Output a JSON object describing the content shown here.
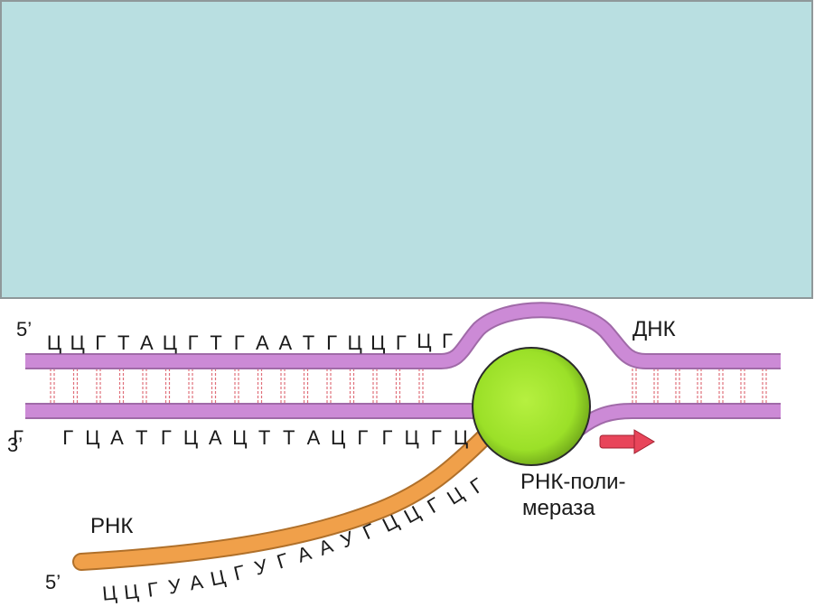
{
  "labels": {
    "dna": "ДНК",
    "rna": "РНК",
    "polymerase_line1": "РНК-поли-",
    "polymerase_line2": "мераза",
    "top_strand_end": "5’",
    "bottom_strand_end": "3’",
    "rna_end": "5’"
  },
  "sequences": {
    "top_strand": [
      "Ц",
      "Ц",
      "Г",
      "Т",
      "А",
      "Ц",
      "Г",
      "Т",
      "Г",
      "А",
      "А",
      "Т",
      "Г",
      "Ц",
      "Ц",
      "Г",
      "Ц",
      "Г"
    ],
    "bottom_strand": [
      "Г",
      "Г",
      "Ц",
      "А",
      "Т",
      "Г",
      "Ц",
      "А",
      "Ц",
      "Т",
      "Т",
      "А",
      "Ц",
      "Г",
      "Г",
      "Ц",
      "Г",
      "Ц"
    ],
    "rna": [
      "Ц",
      "Ц",
      "Г",
      "У",
      "А",
      "Ц",
      "Г",
      "У",
      "Г",
      "А",
      "А",
      "У",
      "Г",
      "Ц",
      "Ц",
      "Г",
      "Ц",
      "Г"
    ]
  },
  "colors": {
    "panel": "#b9dfe1",
    "dna_strand": "#cc8ad6",
    "base_pairs": "#e0707a",
    "rna_strand": "#f0a04a",
    "polymerase": "#9be028",
    "arrow": "#e8455a"
  }
}
